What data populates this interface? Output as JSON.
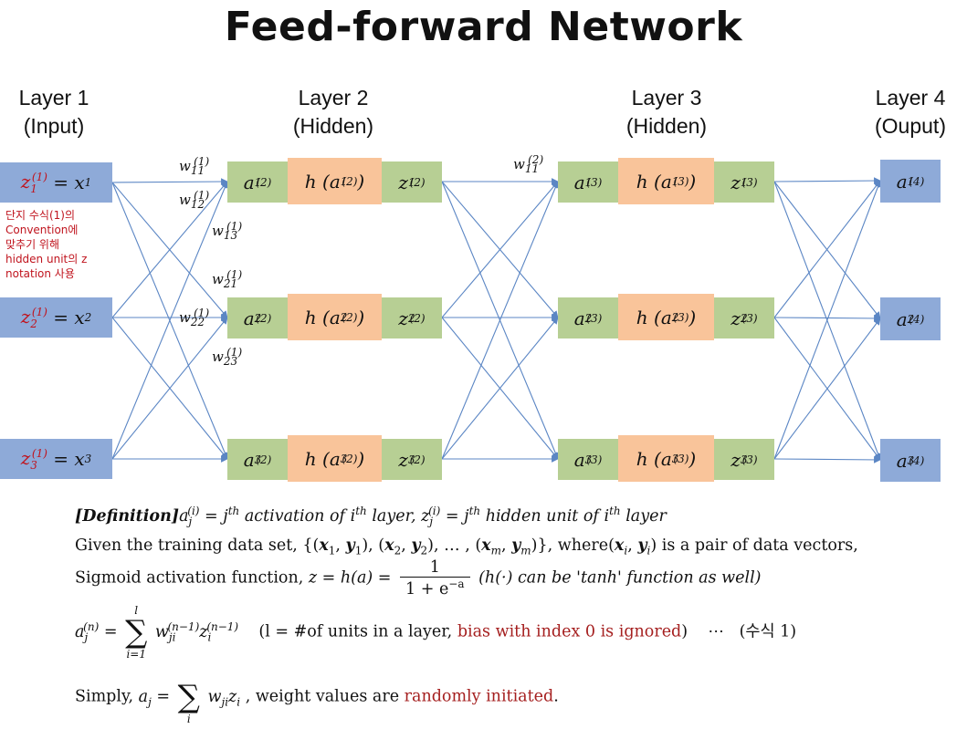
{
  "title": "Feed-forward Network",
  "layers": [
    {
      "line1": "Layer 1",
      "line2": "(Input)"
    },
    {
      "line1": "Layer 2",
      "line2": "(Hidden)"
    },
    {
      "line1": "Layer 3",
      "line2": "(Hidden)"
    },
    {
      "line1": "Layer 4",
      "line2": "(Ouput)"
    }
  ],
  "input_nodes": [
    {
      "z": "z",
      "z_sub": "1",
      "z_sup": "(1)",
      "eq": "= x",
      "x_sub": "1"
    },
    {
      "z": "z",
      "z_sub": "2",
      "z_sup": "(1)",
      "eq": "= x",
      "x_sub": "2"
    },
    {
      "z": "z",
      "z_sub": "3",
      "z_sup": "(1)",
      "eq": "= x",
      "x_sub": "3"
    }
  ],
  "hidden2": [
    {
      "a": "a",
      "a_sub": "1",
      "a_sup": "(2)",
      "h": "h",
      "z": "z",
      "z_sub": "1",
      "z_sup": "(2)"
    },
    {
      "a": "a",
      "a_sub": "2",
      "a_sup": "(2)",
      "h": "h",
      "z": "z",
      "z_sub": "2",
      "z_sup": "(2)"
    },
    {
      "a": "a",
      "a_sub": "3",
      "a_sup": "(2)",
      "h": "h",
      "z": "z",
      "z_sub": "3",
      "z_sup": "(2)"
    }
  ],
  "hidden3": [
    {
      "a": "a",
      "a_sub": "1",
      "a_sup": "(3)",
      "h": "h",
      "z": "z",
      "z_sub": "1",
      "z_sup": "(3)"
    },
    {
      "a": "a",
      "a_sub": "2",
      "a_sup": "(3)",
      "h": "h",
      "z": "z",
      "z_sub": "2",
      "z_sup": "(3)"
    },
    {
      "a": "a",
      "a_sub": "3",
      "a_sup": "(3)",
      "h": "h",
      "z": "z",
      "z_sub": "3",
      "z_sup": "(3)"
    }
  ],
  "output_nodes": [
    {
      "a": "a",
      "a_sub": "1",
      "a_sup": "(4)"
    },
    {
      "a": "a",
      "a_sub": "2",
      "a_sup": "(4)"
    },
    {
      "a": "a",
      "a_sub": "3",
      "a_sup": "(4)"
    }
  ],
  "weights": [
    {
      "w": "w",
      "sub": "11",
      "sup": "(1)"
    },
    {
      "w": "w",
      "sub": "12",
      "sup": "(1)"
    },
    {
      "w": "w",
      "sub": "13",
      "sup": "(1)"
    },
    {
      "w": "w",
      "sub": "21",
      "sup": "(1)"
    },
    {
      "w": "w",
      "sub": "22",
      "sup": "(1)"
    },
    {
      "w": "w",
      "sub": "23",
      "sup": "(1)"
    },
    {
      "w": "w",
      "sub": "11",
      "sup": "(2)"
    }
  ],
  "note_lines": [
    "단지 수식(1)의",
    "Convention에",
    "맞추기 위해",
    "hidden unit의 z",
    "notation 사용"
  ],
  "colors": {
    "input": "#8eaad8",
    "hidden_edge": "#b7cf94",
    "activation": "#f9c49a",
    "line": "#5b86c4",
    "highlight": "#c0141e"
  },
  "definition": {
    "tag": "[Definition]",
    "part1": "= j",
    "th": "th",
    "part2": " activation of i",
    "part3": " layer, ",
    "part4": "= j",
    "part5": " hidden unit of i",
    "part6": " layer"
  },
  "given": {
    "text1": "Given the training data set, {(",
    "text2": "), (",
    "text3": "), … , (",
    "text4": ")}, where(",
    "text5": ") is a pair of data vectors,"
  },
  "sigmoid": {
    "text1": "Sigmoid activation function, ",
    "text2": "z = h(a) =",
    "num": "1",
    "den": "1 + e",
    "den_sup": "−a",
    "text3": "(h(·) can be 'tanh' function as well)"
  },
  "sum_eq": {
    "upper": "l",
    "lower": "i=1",
    "text1": "(l = #of units in a  layer, ",
    "red": "bias with index 0 is ignored",
    "text2": ")",
    "dots": "⋯",
    "label": "(수식 1)"
  },
  "simply": {
    "text1": "Simply, ",
    "lower": "i",
    "text2": ", weight values are ",
    "red": "randomly initiated",
    "text3": "."
  }
}
